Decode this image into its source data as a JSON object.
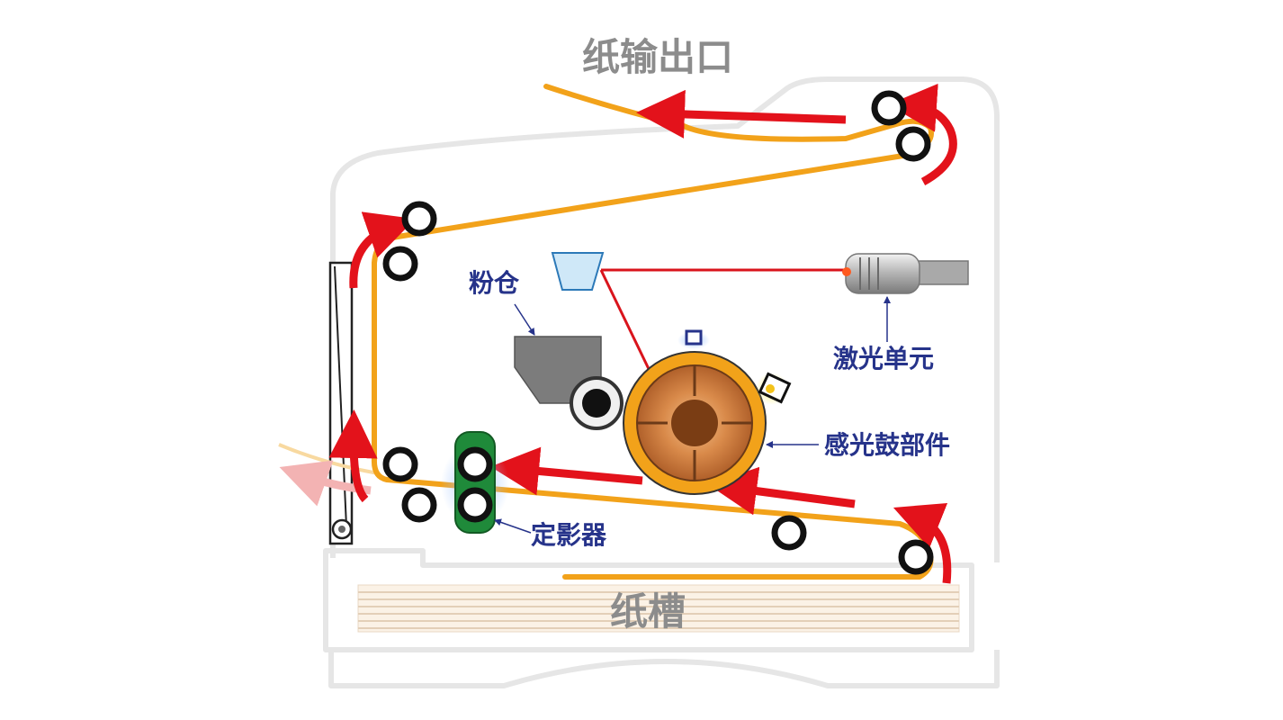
{
  "labels": {
    "paper_output": "纸输出口",
    "paper_tray": "纸槽",
    "toner_hopper": "粉仓",
    "laser_unit": "激光单元",
    "drum_unit": "感光鼓部件",
    "fuser": "定影器"
  },
  "colors": {
    "paper_path": "#f2a21a",
    "arrow": "#e3121b",
    "label_blue": "#26338a",
    "label_gray": "#8c8c8c",
    "housing": "#e6e6e6"
  },
  "icons": [
    "roller-icon",
    "laser-unit-icon",
    "mirror-icon",
    "toner-hopper-icon",
    "drum-icon",
    "fuser-icon"
  ]
}
